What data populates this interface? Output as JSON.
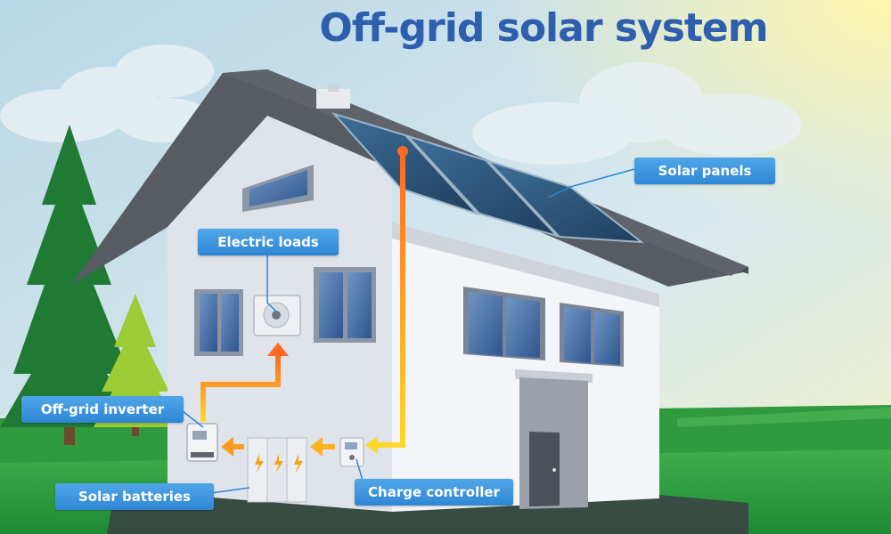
{
  "title": "Off-grid solar system",
  "labels": {
    "solar_panels": "Solar panels",
    "electric_loads": "Electric loads",
    "off_grid_inverter": "Off-grid inverter",
    "solar_batteries": "Solar batteries",
    "charge_controller": "Charge controller"
  },
  "colors": {
    "title": "#2e5fae",
    "label_bg": "#3b93db",
    "flow_start": "#ff6a22",
    "flow_end": "#ffe02a"
  }
}
